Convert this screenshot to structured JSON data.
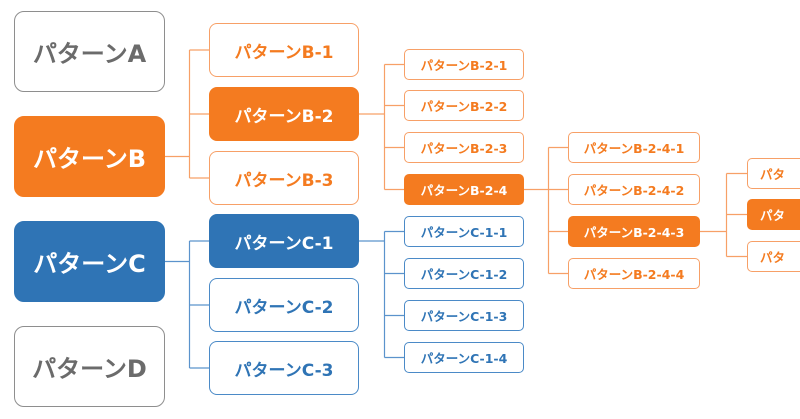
{
  "colors": {
    "orange": "#f47b20",
    "blue": "#2f74b5",
    "gray": "#6b6b6b"
  },
  "nodes": {
    "a": "パターンA",
    "b": "パターンB",
    "c": "パターンC",
    "d": "パターンD",
    "b1": "パターンB-1",
    "b2": "パターンB-2",
    "b3": "パターンB-3",
    "c1": "パターンC-1",
    "c2": "パターンC-2",
    "c3": "パターンC-3",
    "b21": "パターンB-2-1",
    "b22": "パターンB-2-2",
    "b23": "パターンB-2-3",
    "b24": "パターンB-2-4",
    "c11": "パターンC-1-1",
    "c12": "パターンC-1-2",
    "c13": "パターンC-1-3",
    "c14": "パターンC-1-4",
    "b241": "パターンB-2-4-1",
    "b242": "パターンB-2-4-2",
    "b243": "パターンB-2-4-3",
    "b244": "パターンB-2-4-4",
    "e1": "パタ",
    "e2": "パタ",
    "e3": "パタ"
  },
  "edges": [
    [
      "b",
      "b1"
    ],
    [
      "b",
      "b2"
    ],
    [
      "b",
      "b3"
    ],
    [
      "c",
      "c1"
    ],
    [
      "c",
      "c2"
    ],
    [
      "c",
      "c3"
    ],
    [
      "b2",
      "b21"
    ],
    [
      "b2",
      "b22"
    ],
    [
      "b2",
      "b23"
    ],
    [
      "b2",
      "b24"
    ],
    [
      "c1",
      "c11"
    ],
    [
      "c1",
      "c12"
    ],
    [
      "c1",
      "c13"
    ],
    [
      "c1",
      "c14"
    ],
    [
      "b24",
      "b241"
    ],
    [
      "b24",
      "b242"
    ],
    [
      "b24",
      "b243"
    ],
    [
      "b24",
      "b244"
    ],
    [
      "b243",
      "e1"
    ],
    [
      "b243",
      "e2"
    ],
    [
      "b243",
      "e3"
    ]
  ]
}
